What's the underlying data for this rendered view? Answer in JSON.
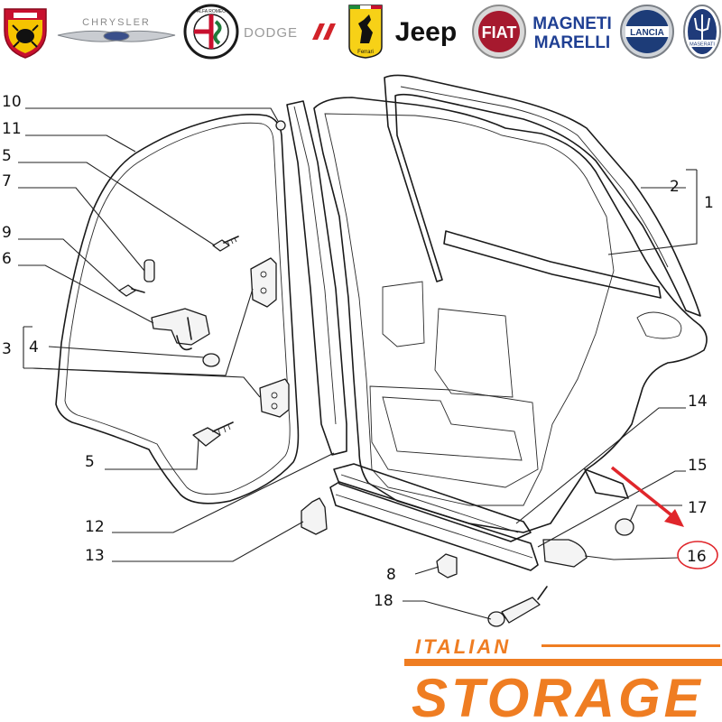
{
  "brands": {
    "abarth": {
      "name": "ABARTH"
    },
    "chrysler": {
      "name": "CHRYSLER"
    },
    "alfa_romeo": {
      "name": "ALFA ROMEO"
    },
    "dodge": {
      "name": "DODGE"
    },
    "ferrari": {
      "name": "Ferrari"
    },
    "jeep": {
      "name": "Jeep"
    },
    "fiat": {
      "name": "FIAT"
    },
    "magneti_marelli": {
      "line1": "MAGNETI",
      "line2": "MARELLI"
    },
    "lancia": {
      "name": "LANCIA"
    },
    "maserati": {
      "name": "MASERATI"
    }
  },
  "callouts": {
    "c1": "1",
    "c2": "2",
    "c3": "3",
    "c4": "4",
    "c5a": "5",
    "c5b": "5",
    "c6": "6",
    "c7": "7",
    "c8": "8",
    "c9": "9",
    "c10": "10",
    "c11": "11",
    "c12": "12",
    "c13": "13",
    "c14": "14",
    "c15": "15",
    "c16": "16",
    "c17": "17",
    "c18": "18"
  },
  "highlight": {
    "part": "16",
    "color": "#e0262b"
  },
  "footer": {
    "line1": "ITALIAN",
    "line2": "STORAGE",
    "color": "#ef7d22"
  },
  "colors": {
    "abarth_red": "#c8102e",
    "abarth_yellow": "#f5c400",
    "alfa_red": "#c8102e",
    "alfa_green": "#1e7b3a",
    "dodge_red": "#d2232a",
    "ferrari_yellow": "#f7d117",
    "fiat_red": "#a6192e",
    "magneti_blue": "#1f3f93",
    "lancia_blue": "#1d3c78",
    "maserati_blue": "#1f3b7a"
  }
}
